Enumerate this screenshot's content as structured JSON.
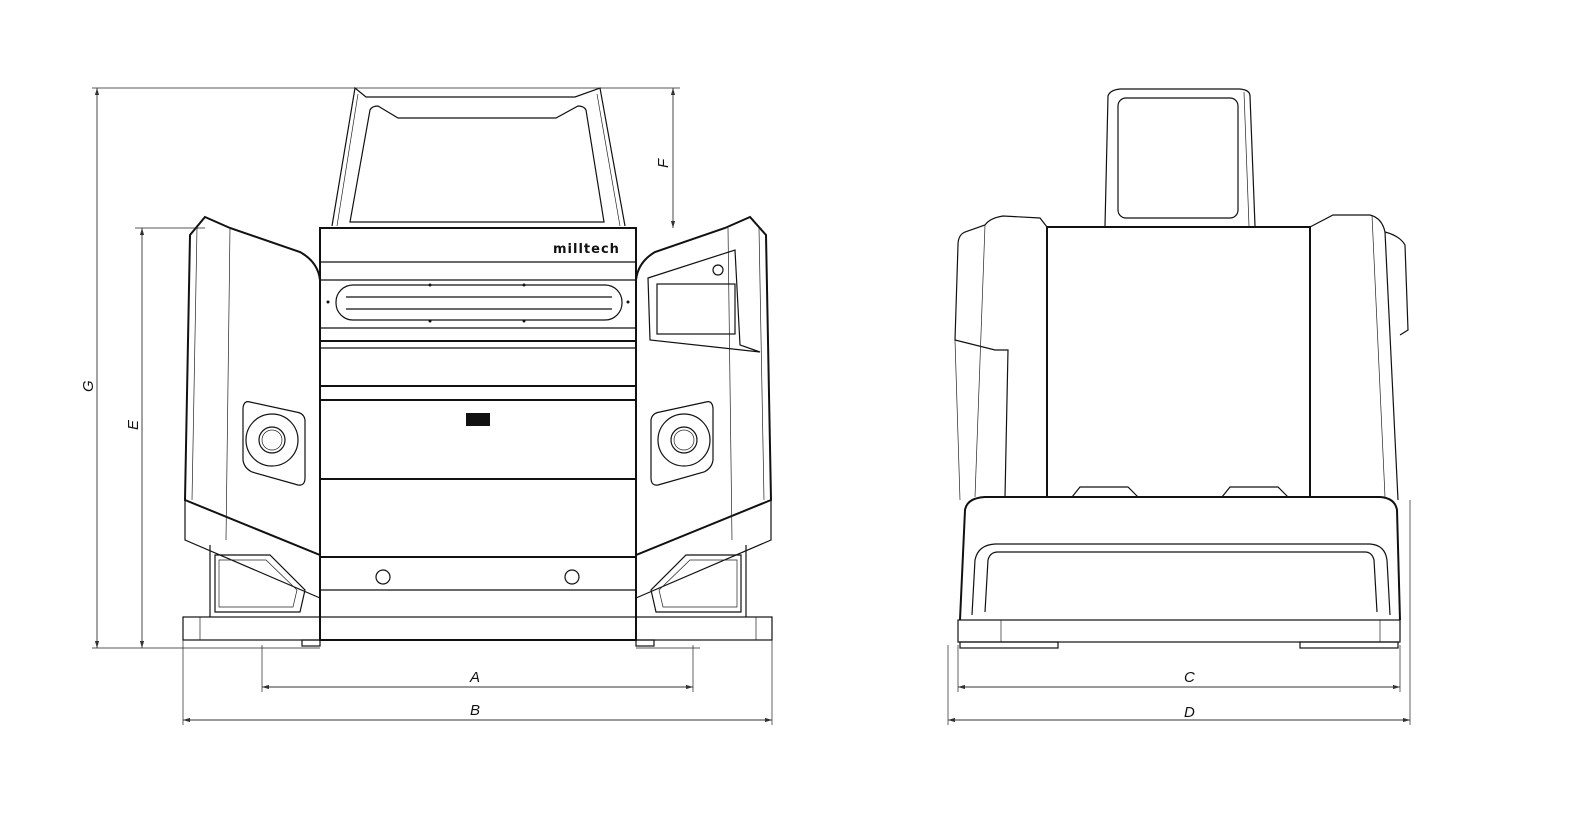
{
  "drawing": {
    "brand_logo": "milltech",
    "views": [
      "front-view",
      "side-view"
    ]
  },
  "dimensions": {
    "A": "A",
    "B": "B",
    "C": "C",
    "D": "D",
    "E": "E",
    "F": "F",
    "G": "G"
  }
}
